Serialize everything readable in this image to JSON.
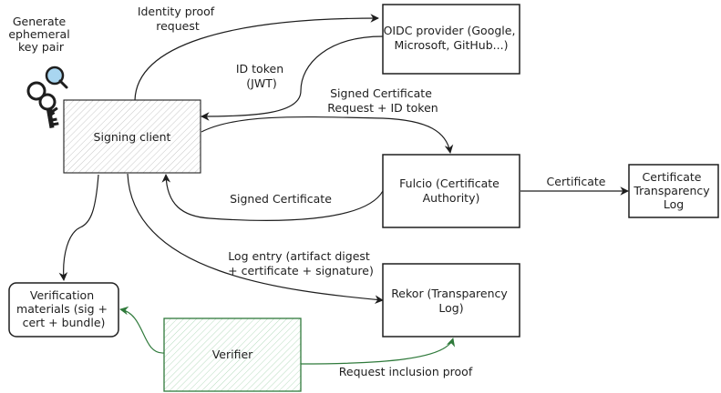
{
  "colors": {
    "stroke": "#1e1e1e",
    "hatch": "#c8c8c8",
    "verifier_stroke": "#2f7a3b",
    "verifier_hatch": "#b7dcbf",
    "key_fill": "#1e1e1e",
    "key_glass": "#a9d6f0"
  },
  "icons": {
    "key": "key-icon"
  },
  "notes": {
    "key_pair": [
      "Generate",
      "ephemeral",
      "key pair"
    ]
  },
  "nodes": {
    "signing_client": {
      "label": [
        "Signing client"
      ]
    },
    "oidc": {
      "label": [
        "OIDC provider (Google,",
        "Microsoft, GitHub...)"
      ]
    },
    "fulcio": {
      "label": [
        "Fulcio (Certificate",
        "Authority)"
      ]
    },
    "ct_log": {
      "label": [
        "Certificate",
        "Transparency",
        "Log"
      ]
    },
    "rekor": {
      "label": [
        "Rekor (Transparency",
        "Log)"
      ]
    },
    "verification_materials": {
      "label": [
        "Verification",
        "materials (sig +",
        "cert + bundle)"
      ]
    },
    "verifier": {
      "label": [
        "Verifier"
      ]
    }
  },
  "edges": {
    "identity_proof": {
      "label": [
        "Identity proof",
        "request"
      ]
    },
    "id_token": {
      "label": [
        "ID token",
        "(JWT)"
      ]
    },
    "csr": {
      "label": [
        "Signed Certificate",
        "Request + ID token"
      ]
    },
    "signed_cert": {
      "label": [
        "Signed Certificate"
      ]
    },
    "certificate": {
      "label": [
        "Certificate"
      ]
    },
    "log_entry": {
      "label": [
        "Log entry (artifact digest",
        "+ certificate + signature)"
      ]
    },
    "inclusion_proof": {
      "label": [
        "Request inclusion proof"
      ]
    }
  }
}
